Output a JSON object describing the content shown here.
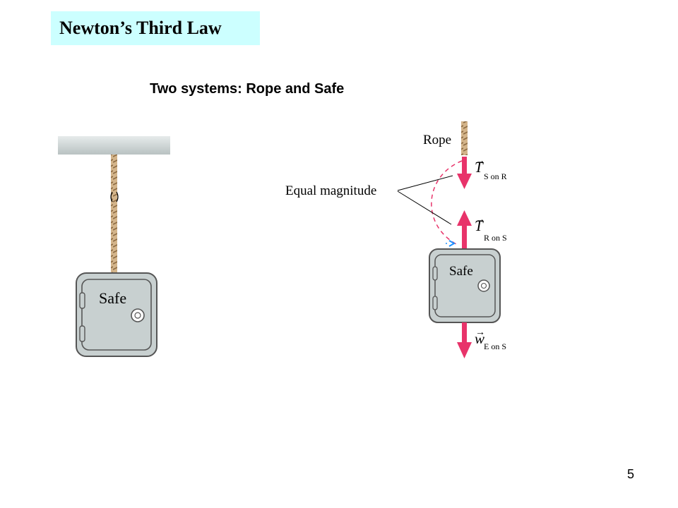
{
  "slide": {
    "title": "Newton’s Third Law",
    "subtitle": "Two systems: Rope and Safe",
    "page_number": "5"
  },
  "left_figure": {
    "safe_label": "Safe"
  },
  "right_figure": {
    "rope_label": "Rope",
    "safe_label": "Safe",
    "annotation": "Equal magnitude",
    "forces": [
      {
        "symbol": "T",
        "subscript": "S on R",
        "direction": "down"
      },
      {
        "symbol": "T",
        "subscript": "R on S",
        "direction": "up"
      },
      {
        "symbol": "w",
        "subscript": "E on S",
        "direction": "down"
      }
    ]
  },
  "colors": {
    "title_background": "#ccffff",
    "force_arrow": "#e8336a",
    "safe_body": "#c8d0d0",
    "safe_outline": "#555555",
    "rope": "#c9a77a",
    "ceiling": "#c8cfcf"
  }
}
